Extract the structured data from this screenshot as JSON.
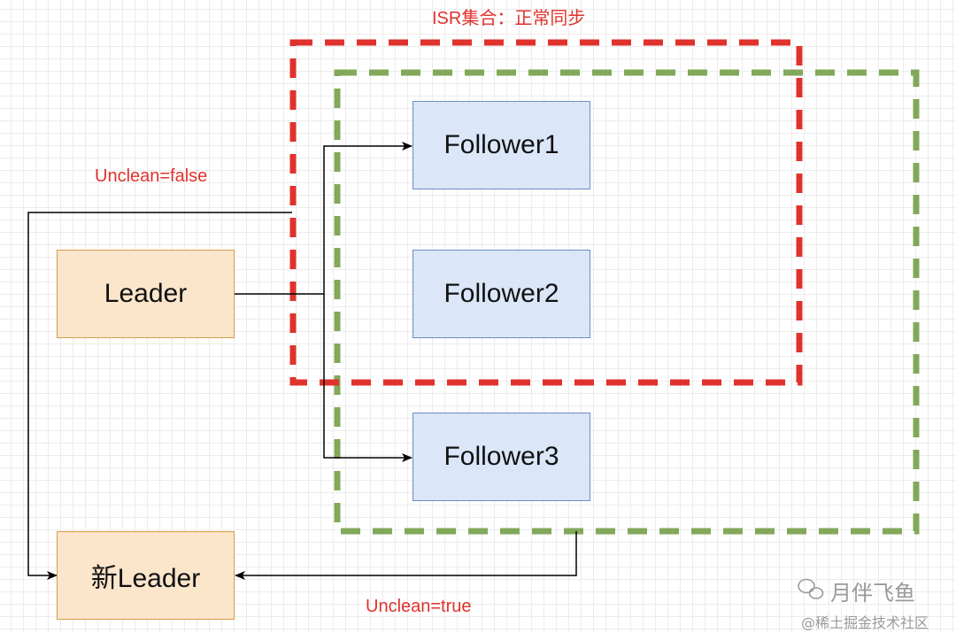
{
  "labels": {
    "isr_title": "ISR集合：正常同步",
    "unclean_false": "Unclean=false",
    "unclean_true": "Unclean=true"
  },
  "nodes": {
    "leader": "Leader",
    "follower1": "Follower1",
    "follower2": "Follower2",
    "follower3": "Follower3",
    "new_leader": "新Leader"
  },
  "watermark": {
    "account": "月伴飞鱼",
    "site": "@稀土掘金技术社区"
  },
  "colors": {
    "isr_border": "#e0322c",
    "replica_border": "#82a85a",
    "leader_fill": "#fbe5cb",
    "follower_fill": "#dbe6f8",
    "label_text": "#e0322c"
  }
}
